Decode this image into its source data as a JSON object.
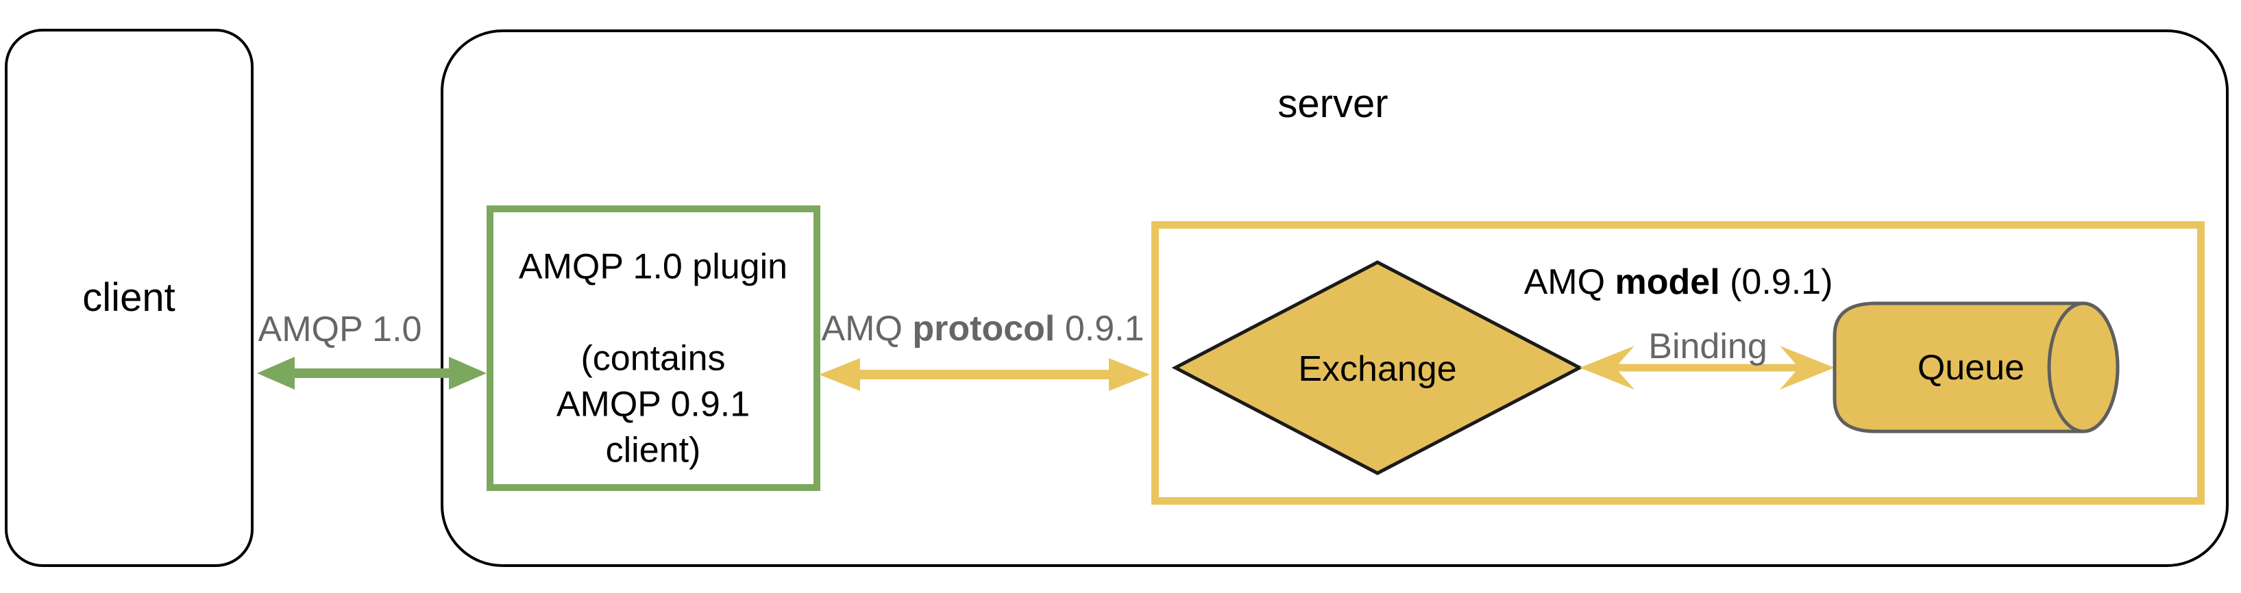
{
  "diagram": {
    "client": {
      "label": "client"
    },
    "server": {
      "label": "server",
      "plugin": {
        "lines": [
          "AMQP 1.0 plugin",
          "",
          "(contains",
          "AMQP 0.9.1",
          "client)"
        ]
      },
      "amq_model": {
        "title_prefix": "AMQ ",
        "title_bold": "model",
        "title_suffix": " (0.9.1)",
        "exchange_label": "Exchange",
        "queue_label": "Queue",
        "binding_label": "Binding"
      }
    },
    "connections": {
      "amqp10_label": "AMQP 1.0",
      "amq_protocol": {
        "prefix": "AMQ ",
        "bold": "protocol",
        "suffix": " 0.9.1"
      }
    },
    "colors": {
      "green_accent": "#7ca85e",
      "yellow_accent": "#eac55e",
      "yellow_fill": "#e5c05a",
      "gray_label": "#666666",
      "cylinder_stroke": "#5f5f5f",
      "outline_black": "#000000"
    }
  }
}
